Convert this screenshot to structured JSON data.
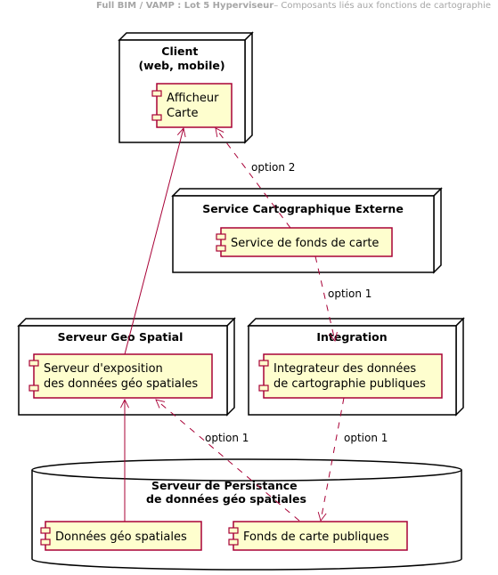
{
  "header": {
    "bold": "Full BIM / VAMP : Lot 5 Hyperviseur",
    "rest": "– Composants liés aux fonctions de cartographie"
  },
  "nodes": {
    "client": {
      "title": [
        "Client",
        "(web, mobile)"
      ]
    },
    "service": {
      "title": [
        "Service Cartographique Externe"
      ]
    },
    "geo": {
      "title": [
        "Serveur Geo Spatial"
      ]
    },
    "integration": {
      "title": [
        "Integration"
      ]
    },
    "persistance": {
      "title": [
        "Serveur de Persistance",
        "de données géo spatiales"
      ]
    }
  },
  "components": {
    "afficheur": [
      "Afficheur",
      "Carte"
    ],
    "fonds_service": [
      "Service de fonds de carte"
    ],
    "exposition": [
      "Serveur d'exposition",
      "des données géo spatiales"
    ],
    "integrateur": [
      "Integrateur des données",
      "de cartographie publiques"
    ],
    "donnees": [
      "Données géo spatiales"
    ],
    "fonds_publiques": [
      "Fonds de carte publiques"
    ]
  },
  "edges": {
    "option2": "option 2",
    "option1_service": "option 1",
    "option1_persist": "option 1",
    "option1_integration": "option 1"
  },
  "colors": {
    "component_fill": "#fefece",
    "component_stroke": "#a80036",
    "arrow": "#a80036"
  }
}
